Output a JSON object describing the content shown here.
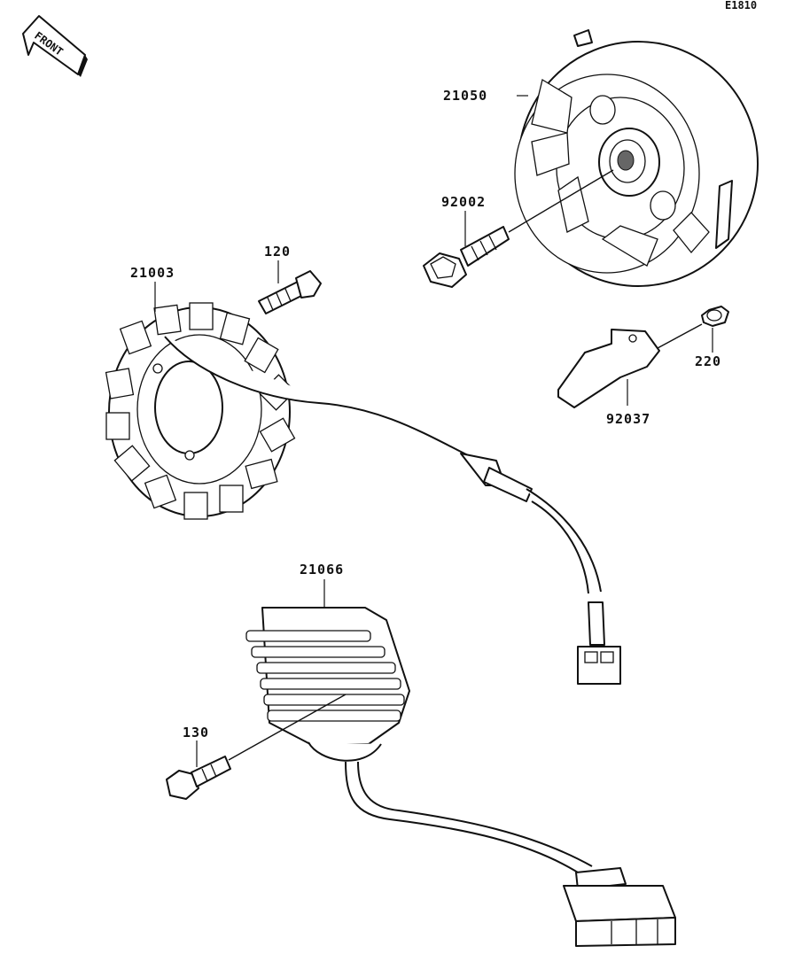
{
  "diagram_code": "E1810",
  "front_label": "FRONT",
  "parts": [
    {
      "id": "flywheel",
      "number": "21050"
    },
    {
      "id": "flywheel-bolt",
      "number": "92002"
    },
    {
      "id": "stator-bolt",
      "number": "120"
    },
    {
      "id": "stator",
      "number": "21003"
    },
    {
      "id": "bracket-screw",
      "number": "220"
    },
    {
      "id": "bracket",
      "number": "92037"
    },
    {
      "id": "regulator",
      "number": "21066"
    },
    {
      "id": "regulator-bolt",
      "number": "130"
    }
  ]
}
